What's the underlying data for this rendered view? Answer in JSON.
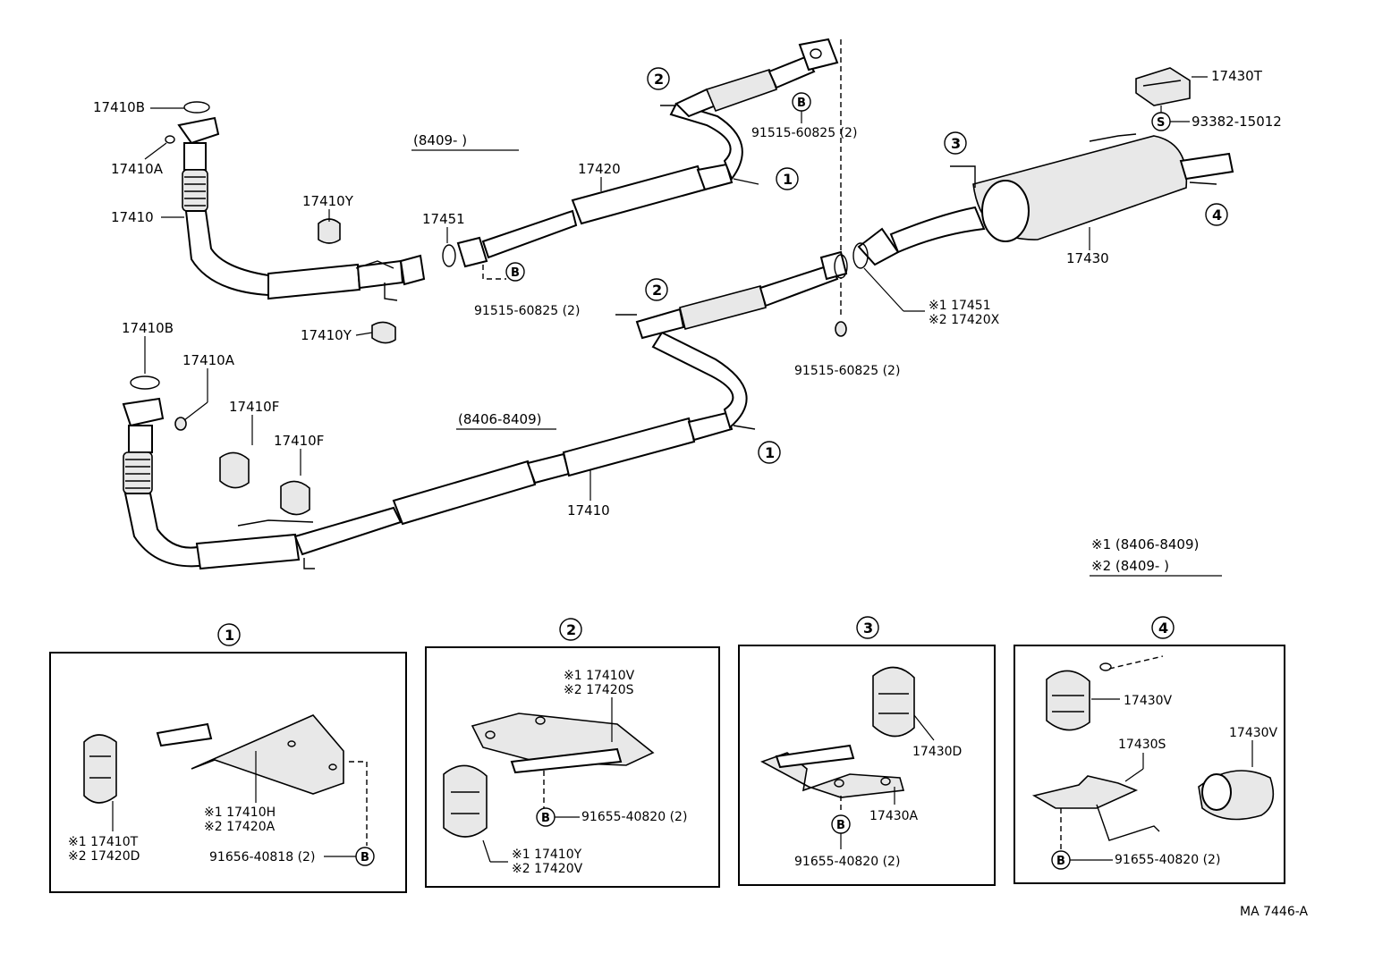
{
  "diagram": {
    "top_assembly": {
      "date_range": "(8409-     )",
      "parts": {
        "gasket": "17410B",
        "nut": "17410A",
        "front_pipe": "17410",
        "hanger_a": "17410Y",
        "hanger_b": "17410Y",
        "center_pipe": "17420",
        "gasket_center": "17451",
        "bolt_front": "91515-60825 (2)",
        "bolt_top": "91515-60825 (2)"
      },
      "callouts": {
        "c1": "1",
        "c2": "2"
      }
    },
    "bottom_assembly": {
      "date_range": "(8406-8409)",
      "parts": {
        "gasket": "17410B",
        "nut": "17410A",
        "hanger_f1": "17410F",
        "hanger_f2": "17410F",
        "pipe": "17410",
        "bolt": "91515-60825 (2)"
      },
      "callouts": {
        "c1": "1",
        "c2": "2"
      }
    },
    "tail_assembly": {
      "muffler": "17430",
      "heat_insulator": "17430T",
      "clip": "93382-15012",
      "gasket_1": "※1 17451",
      "gasket_2": "※2 17420X",
      "callouts": {
        "c3": "3",
        "c4": "4"
      }
    },
    "legend": {
      "line1": "※1 (8406-8409)",
      "line2": "※2 (8409-      )"
    },
    "detail_1": {
      "title": "1",
      "bracket_1": "※1 17410H",
      "bracket_2": "※2 17420A",
      "cushion_1": "※1 17410T",
      "cushion_2": "※2 17420D",
      "bolt": "91656-40818 (2)"
    },
    "detail_2": {
      "title": "2",
      "bracket_1": "※1 17410V",
      "bracket_2": "※2 17420S",
      "bolt": "91655-40820 (2)",
      "cushion_1": "※1 17410Y",
      "cushion_2": "※2 17420V"
    },
    "detail_3": {
      "title": "3",
      "cushion": "17430D",
      "bracket": "17430A",
      "bolt": "91655-40820 (2)"
    },
    "detail_4": {
      "title": "4",
      "cushion_top": "17430V",
      "bracket": "17430S",
      "cushion_right": "17430V",
      "bolt": "91655-40820 (2)"
    },
    "bolt_marker": "B",
    "clip_marker": "S",
    "figure_code": "MA 7446-A"
  }
}
